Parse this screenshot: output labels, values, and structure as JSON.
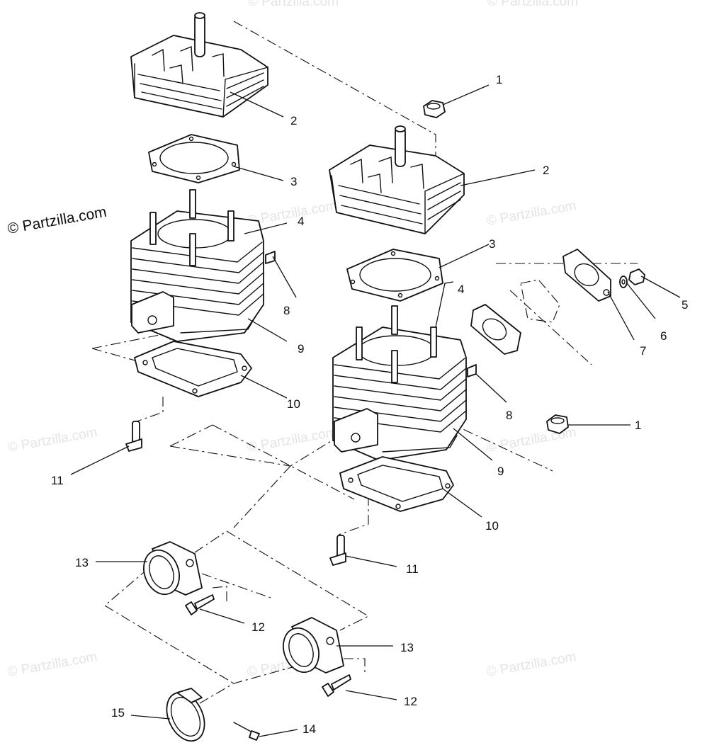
{
  "brand": "© Partzilla.com",
  "watermark": "© Partzilla.com",
  "callouts": [
    "1",
    "2",
    "3",
    "4",
    "5",
    "6",
    "7",
    "8",
    "9",
    "10",
    "11",
    "12",
    "13",
    "14",
    "15"
  ],
  "colors": {
    "ink": "#111111",
    "paper": "#ffffff",
    "watermark": "#e4e4e4"
  }
}
